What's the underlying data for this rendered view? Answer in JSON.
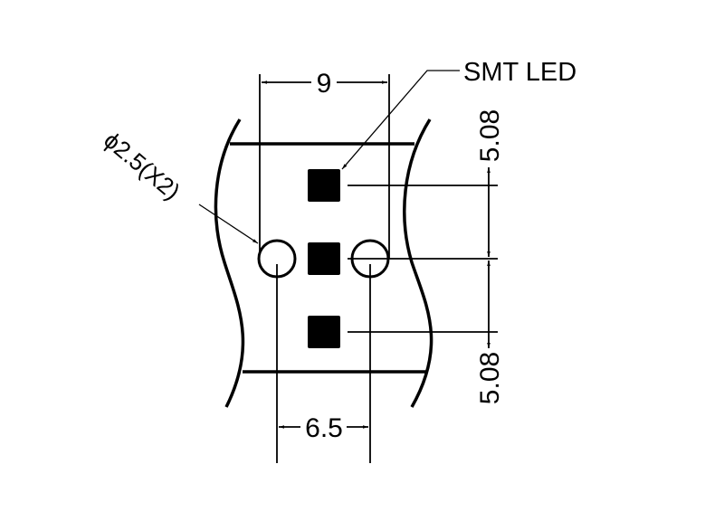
{
  "labels": {
    "width_dim": "9",
    "pitch_dim": "6.5",
    "spacing_top": "5.08",
    "spacing_bottom": "5.08",
    "led_callout": "SMT LED",
    "hole_callout": "ϕ2.5(X2)"
  },
  "colors": {
    "ink": "#000000",
    "background": "#ffffff"
  }
}
